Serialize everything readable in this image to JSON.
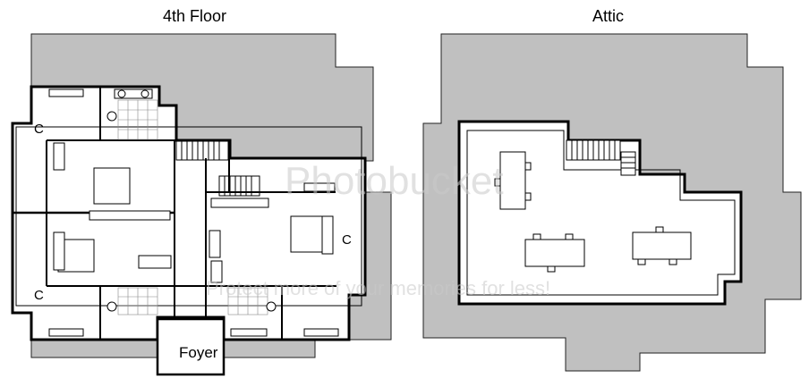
{
  "plans": [
    {
      "title": "4th Floor"
    },
    {
      "title": "Attic"
    }
  ],
  "labels": {
    "closet_nw": "C",
    "closet_sw": "C",
    "closet_e": "C",
    "foyer": "Foyer"
  },
  "watermark": {
    "top": "Photobucket",
    "bottom": "Protect more of your memories for less!"
  },
  "colors": {
    "roof": "#c0c0c0",
    "wall": "#000000",
    "floor": "#ffffff"
  }
}
